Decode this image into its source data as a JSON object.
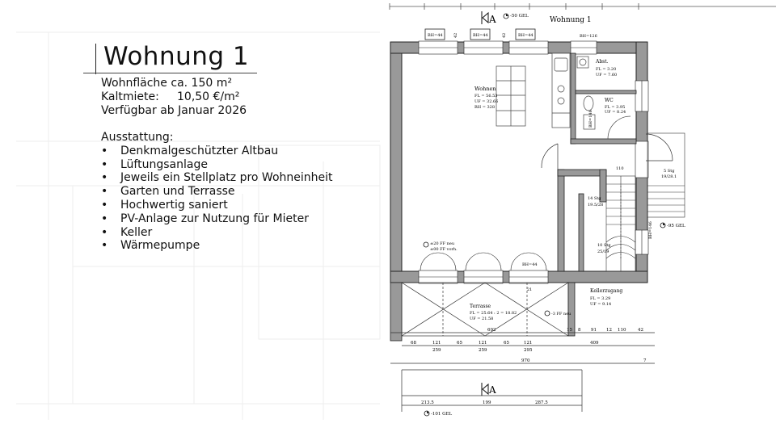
{
  "slide": {
    "title": "Wohnung 1",
    "facts": {
      "flaeche": "Wohnfläche ca. 150 m²",
      "kaltmiete_label": "Kaltmiete:",
      "kaltmiete_value": "10,50 €/m²",
      "verfuegbar": "Verfügbar ab Januar 2026"
    },
    "ausstattung_heading": "Ausstattung:",
    "bullet": "•",
    "features": [
      "Denkmalgeschützter Altbau",
      "Lüftungsanlage",
      "Jeweils ein Stellplatz pro Wohneinheit",
      "Garten und Terrasse",
      "Hochwertig saniert",
      "PV-Anlage zur Nutzung für Mieter",
      "Keller",
      "Wärmepumpe"
    ]
  },
  "plan": {
    "heading": "Wohnung 1",
    "section_top": "A",
    "section_bottom": "A",
    "level_top": "-50 GEL",
    "level_right": "-95 GEL",
    "level_bottom": "-101 GEL",
    "level_floor": "±20 FF neu",
    "level_floor2": "±00 FF vorh.",
    "level_terrace": "-3 FF neu",
    "windows_top": [
      "BH=44",
      "BH=44",
      "BH=44",
      "BH=126"
    ],
    "window_bottom": "BH=44",
    "window_wc": "BH=146",
    "window_right": "BH=146",
    "rooms": {
      "wohnen": {
        "name": "Wohnen",
        "fl": "FL  =  56.53",
        "uf": "UF  =  32.66",
        "rh": "RH  =  328"
      },
      "abst": {
        "name": "Abst.",
        "fl": "FL  =    3.20",
        "uf": "UF  =    7.60"
      },
      "wc": {
        "name": "WC",
        "fl": "FL  =    3.95",
        "uf": "UF  =    8.24"
      },
      "terrasse": {
        "name": "Terrasse",
        "fl": "FL  =  25.64 : 2 = 18.82",
        "uf": "UF  =  21.58"
      },
      "kellerzugang": {
        "name": "Kellerzugang",
        "fl": "FL  =    3.29",
        "uf": "UF  =    9.14"
      }
    },
    "stairs": {
      "s14": "14 Stg",
      "s14b": "19.5/28",
      "s10": "10 Stg",
      "s10b": "25/19",
      "s5": "5 Stg",
      "s5b": "19/28.1"
    },
    "dims": {
      "d692": "692",
      "d15": "15",
      "d8": "8",
      "d91": "91",
      "d12": "12",
      "d110a": "110",
      "d42a": "42",
      "d68": "68",
      "d121a": "121",
      "d65a": "65",
      "d121b": "121",
      "d65b": "65",
      "d121c": "121",
      "d259a": "259",
      "d259b": "259",
      "d295": "295",
      "d409": "409",
      "d970": "970",
      "d7": "7",
      "d2135": "213.5",
      "d199": "199",
      "d2875": "287.5",
      "d110b": "110",
      "d21": "21",
      "d42b": "42",
      "d42c": "42"
    }
  }
}
